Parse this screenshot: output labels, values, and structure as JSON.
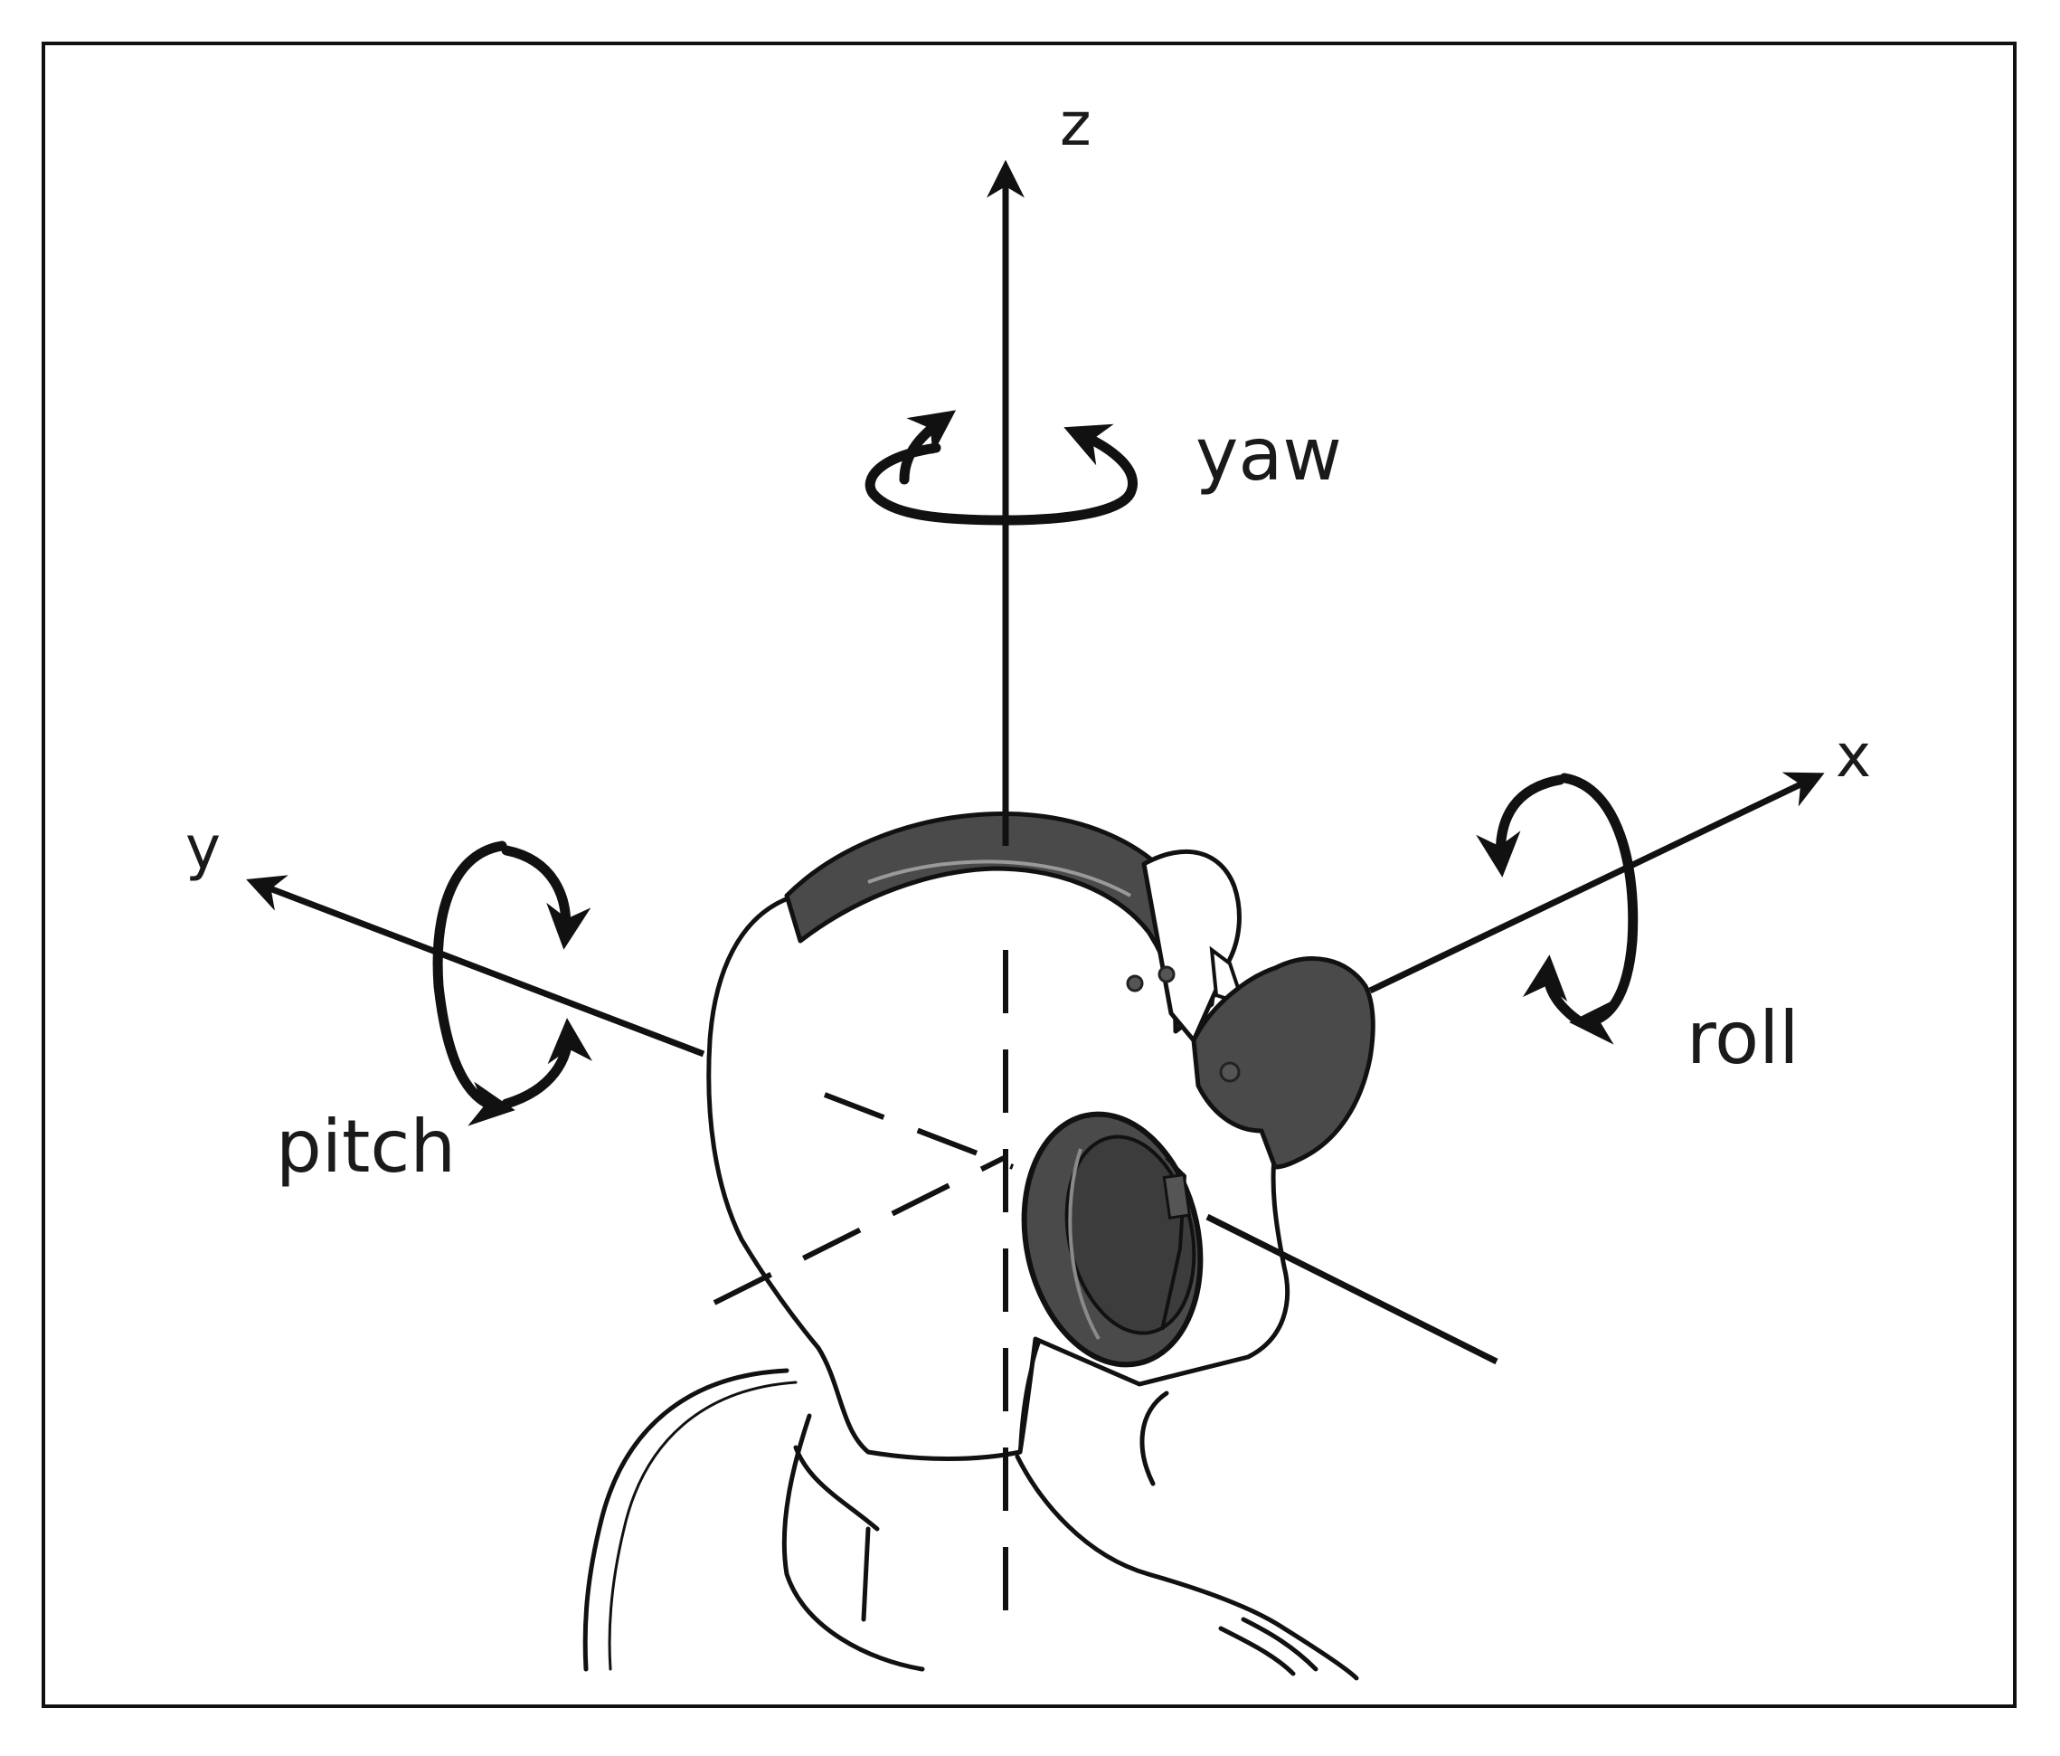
{
  "diagram": {
    "axes": {
      "z": {
        "label": "z",
        "rotation_label": "yaw"
      },
      "y": {
        "label": "y",
        "rotation_label": "pitch"
      },
      "x": {
        "label": "x",
        "rotation_label": "roll"
      }
    },
    "colors": {
      "line": "#111111",
      "headphone": "#4a4a4a",
      "background": "#ffffff",
      "border": "#111111"
    }
  }
}
